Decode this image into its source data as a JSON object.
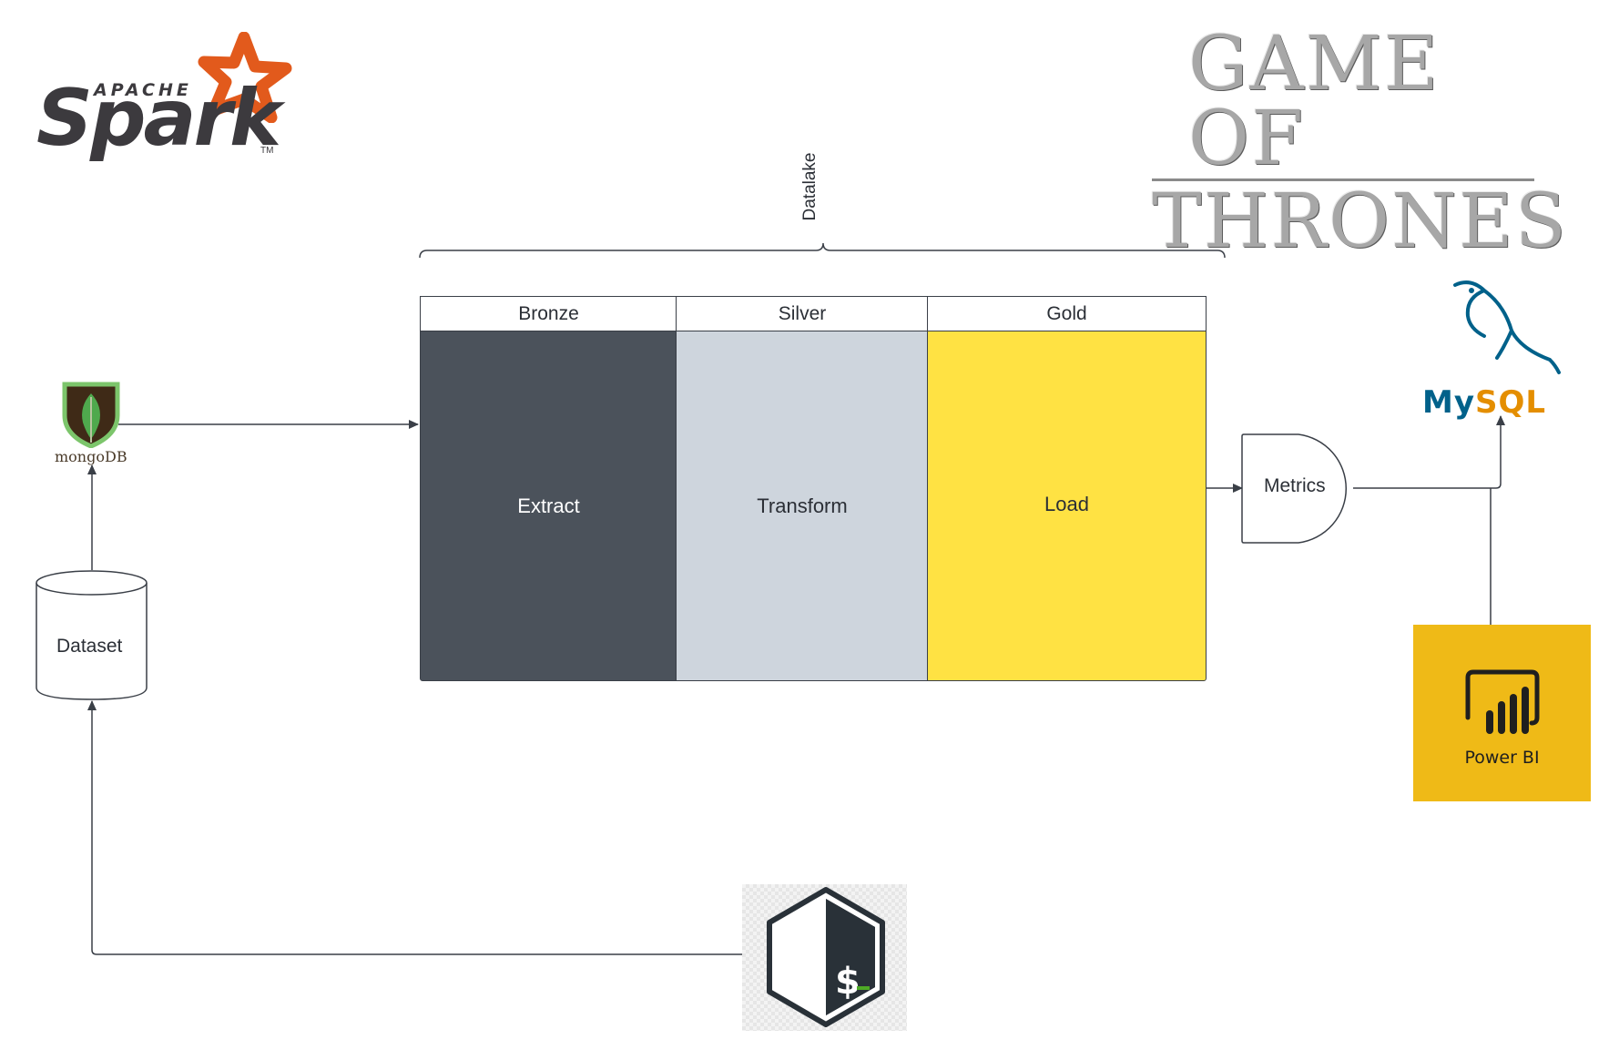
{
  "diagram": {
    "datalake_label": "Datalake",
    "columns": [
      {
        "header": "Bronze",
        "stage": "Extract"
      },
      {
        "header": "Silver",
        "stage": "Transform"
      },
      {
        "header": "Gold",
        "stage": "Load"
      }
    ],
    "metrics_label": "Metrics",
    "dataset_label": "Dataset"
  },
  "logos": {
    "spark_word": "Spark",
    "spark_apache": "APACHE",
    "spark_tm": "TM",
    "got_line1": "GAME OF",
    "got_line2": "THRONES",
    "mongodb": "mongoDB",
    "mysql_my": "My",
    "mysql_sql": "SQL",
    "powerbi": "Power BI",
    "bash_prompt": "$_"
  },
  "colors": {
    "bronze": "#4b525b",
    "silver": "#ced5dd",
    "gold": "#ffe243",
    "powerbi": "#efba17",
    "spark_orange": "#e25a1c",
    "mongo_green": "#4fa94d",
    "mysql_blue": "#00618a",
    "mysql_orange": "#e48e00"
  }
}
